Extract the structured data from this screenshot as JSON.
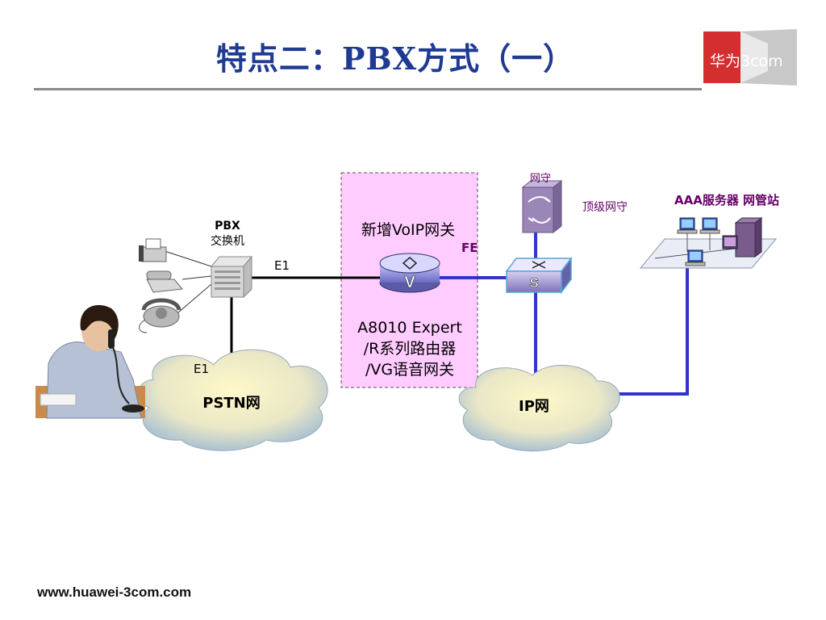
{
  "slide": {
    "title": "特点二：PBX方式（一）",
    "footer_url": "www.huawei-3com.com",
    "logo_text": "华为3com",
    "colors": {
      "title": "#1f3a93",
      "link": "#3333cc",
      "highlight_box": "#ffccff",
      "purple_label": "#660066"
    }
  },
  "diagram": {
    "pbx_label": "PBX",
    "pbx_sub": "交换机",
    "e1_top": "E1",
    "e1_bottom": "E1",
    "pstn_label": "PSTN网",
    "voip_label": "新增VoIP网关",
    "fe_label": "FE",
    "router_desc_1": "A8010 Expert",
    "router_desc_2": "/R系列路由器",
    "router_desc_3": "/VG语音网关",
    "gatekeeper_icon_label": "网守",
    "gatekeeper_label": "顶级网守",
    "aaa_label": "AAA服务器  网管站",
    "ip_label": "IP网",
    "router_letter": "V",
    "switch_letter": "S"
  }
}
